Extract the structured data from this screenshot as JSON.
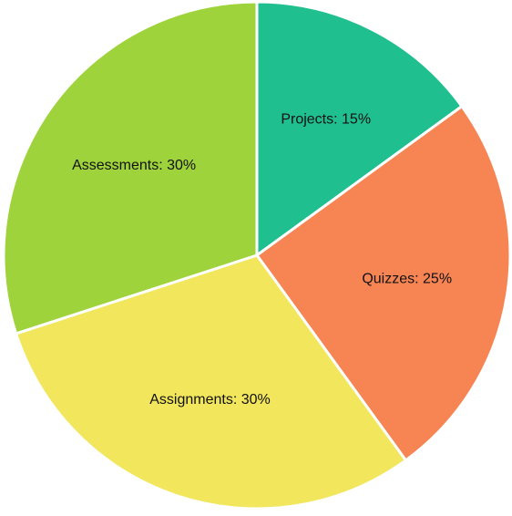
{
  "chart_data": {
    "type": "pie",
    "title": "",
    "slices": [
      {
        "label": "Projects",
        "value": 15,
        "text": "Projects: 15%",
        "color": "#1fbf8f"
      },
      {
        "label": "Quizzes",
        "value": 25,
        "text": "Quizzes: 25%",
        "color": "#f78553"
      },
      {
        "label": "Assignments",
        "value": 30,
        "text": "Assignments: 30%",
        "color": "#f2e65c"
      },
      {
        "label": "Assessments",
        "value": 30,
        "text": "Assessments: 30%",
        "color": "#9fd33b"
      }
    ],
    "start_angle": "12 o'clock",
    "direction": "clockwise",
    "legend": "none",
    "labels": "inside slices"
  }
}
